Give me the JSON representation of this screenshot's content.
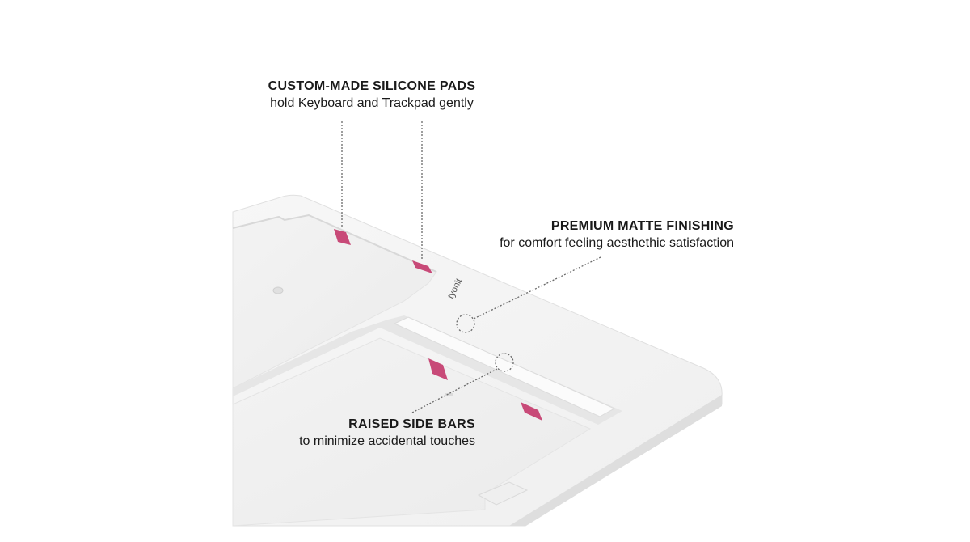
{
  "colors": {
    "background": "#ffffff",
    "tray": "#f4f4f4",
    "tray_edge": "#e2e2e2",
    "silicone_pad": "#c84a78",
    "text": "#1a1a1a",
    "dotted_line": "#6a6a6a"
  },
  "callouts": {
    "silicone_pads": {
      "title": "CUSTOM-MADE SILICONE PADS",
      "subtitle": "hold Keyboard and Trackpad gently"
    },
    "matte_finishing": {
      "title": "PREMIUM MATTE FINISHING",
      "subtitle": "for comfort feeling aesthethic satisfaction"
    },
    "side_bars": {
      "title": "RAISED SIDE BARS",
      "subtitle": "to minimize accidental touches"
    }
  },
  "product": {
    "logo": "tyonit"
  }
}
